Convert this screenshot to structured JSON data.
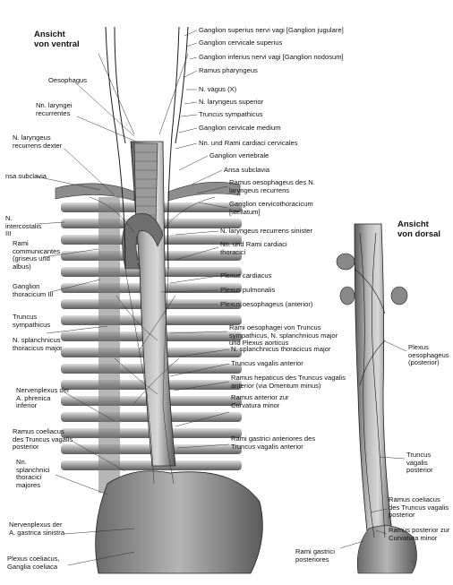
{
  "titles": {
    "ventral": [
      "Ansicht",
      "von ventral"
    ],
    "dorsal": [
      "Ansicht",
      "von dorsal"
    ]
  },
  "right_labels": [
    "Ganglion superius nervi vagi [Ganglion jugulare]",
    "Ganglion cervicale superius",
    "Ganglion inferius nervi vagi [Ganglion nodosum]",
    "Ramus pharyngeus",
    "N. vagus (X)",
    "N. laryngeus superior",
    "Truncus sympathicus",
    "Ganglion cervicale medium",
    "Nn. und Rami cardiaci cervicales",
    "Ganglion vertebrale",
    "Ansa subclavia",
    "Ramus oesophageus des N. laryngeus recurrens",
    "Ganglion cervicothoracicum [stellatum]",
    "N. laryngeus recurrens sinister",
    "Nn. und Rami cardiaci thoracici",
    "Plexus cardiacus",
    "Plexus pulmonalis",
    "Plexus oesophageus (anterior)",
    "Rami oesophagei von Truncus sympathicus, N. splanchnicus major und Plexus aorticus",
    "N. splanchnicus thoracicus major",
    "Truncus vagalis anterior",
    "Ramus hepaticus des Truncus vagalis anterior (via Omentum minus)",
    "Ramus anterior zur Curvatura minor",
    "Rami gastrici anteriores des Truncus vagalis anterior"
  ],
  "left_labels": [
    "Oesophagus",
    "Nn. laryngei recurrentes",
    "N. laryngeus recurrens dexter",
    "nsa subclavia",
    "N. intercostalis III",
    "Rami communicantes (griseus und albus)",
    "Ganglion thoracicum III",
    "Truncus sympathicus",
    "N. splanchnicus thoracicus major",
    "Nervenplexus der A. phrenica inferior",
    "Ramus coeliacus des Truncus vagalis posterior",
    "Nn. splanchnici thoracici majores",
    "Nervenplexus der A. gastrica sinistra",
    "Plexus coeliacus, Ganglia coeliaca"
  ],
  "dorsal_labels": [
    "Plexus oesophageus (posterior)",
    "Truncus vagalis posterior",
    "Ramus coeliacus des Truncus vagalis posterior",
    "Ramus posterior zur Curvatura minor",
    "Rami gastrici posteriores"
  ]
}
